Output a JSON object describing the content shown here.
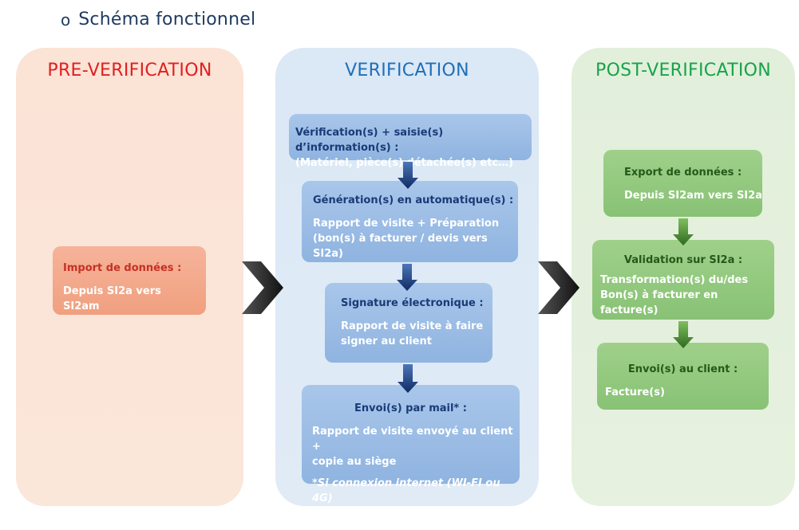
{
  "heading": {
    "bullet": "o",
    "text": "Schéma fonctionnel"
  },
  "columns": {
    "pre": {
      "title": "PRE-VERIFICATION"
    },
    "ver": {
      "title": "VERIFICATION"
    },
    "post": {
      "title": "POST-VERIFICATION"
    }
  },
  "pre": {
    "import": {
      "title": "Import de données :",
      "body": "Depuis SI2a vers SI2am"
    }
  },
  "ver": {
    "b1": {
      "title": "Vérification(s) + saisie(s) d’information(s) :",
      "body": "(Matériel, pièce(s) détachée(s) etc…)"
    },
    "b2": {
      "title": "Génération(s) en automatique(s) :",
      "body_line1": "Rapport de visite + Préparation",
      "body_line2": "(bon(s) à facturer / devis vers SI2a)"
    },
    "b3": {
      "title": "Signature électronique :",
      "body_line1": "Rapport de visite à faire",
      "body_line2": "signer au client"
    },
    "b4": {
      "title": "Envoi(s) par mail* :",
      "body_line1": "Rapport de visite envoyé au client +",
      "body_line2": "copie au siège",
      "note": "*Si connexion internet (WI-FI ou 4G)"
    }
  },
  "post": {
    "b1": {
      "title": "Export de données :",
      "body": "Depuis SI2am vers SI2a"
    },
    "b2": {
      "title": "Validation sur SI2a :",
      "body_line1": "Transformation(s) du/des",
      "body_line2": "Bon(s) à facturer en facture(s)"
    },
    "b3": {
      "title": "Envoi(s) au client :",
      "body": "Facture(s)"
    }
  },
  "colors": {
    "pre_bg": "#fbe3d6",
    "ver_bg": "#dbe8f5",
    "post_bg": "#e2efdb",
    "pre_title": "#e02020",
    "ver_title": "#1f6fb8",
    "post_title": "#17a34a",
    "ver_arrow": "#1a3a78",
    "post_arrow": "#3d7d2a",
    "chevron": "#1a1a1a"
  }
}
